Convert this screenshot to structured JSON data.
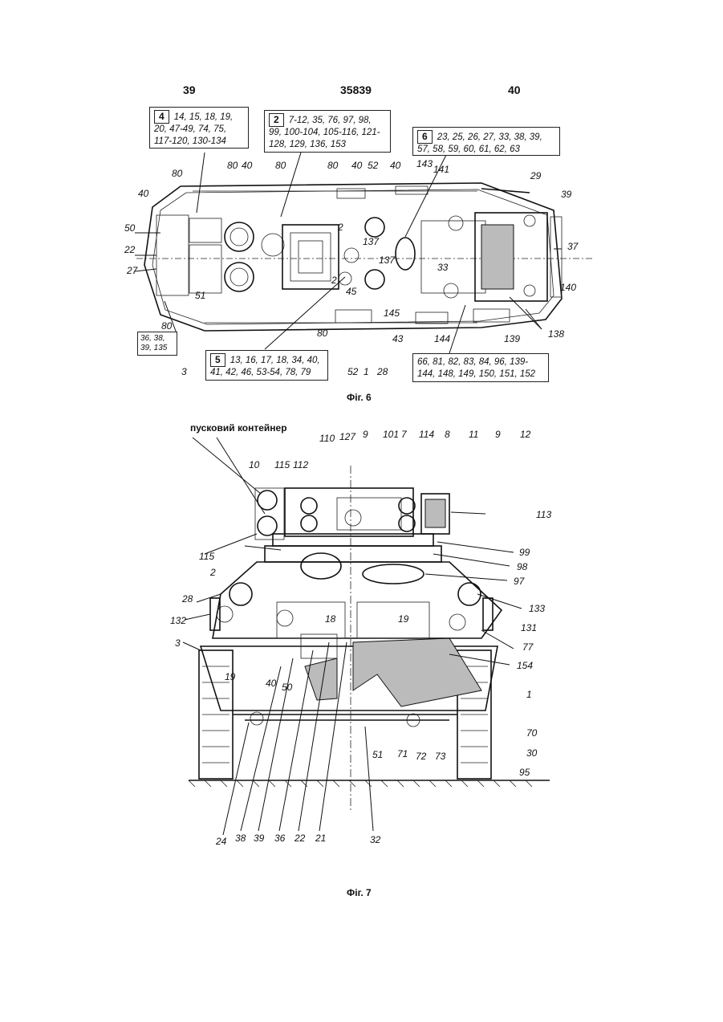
{
  "header": {
    "left": "39",
    "center": "35839",
    "right": "40"
  },
  "fig6": {
    "caption": "Фіг. 6",
    "boxes": [
      {
        "num": "4",
        "text": "14, 15, 18, 19, 20, 47-49, 74, 75, 117-120, 130-134"
      },
      {
        "num": "2",
        "text": "7-12, 35, 76, 97, 98, 99, 100-104, 105-116, 121-128, 129, 136, 153"
      },
      {
        "num": "6",
        "text": "23, 25, 26, 27, 33, 38, 39, 57, 58, 59, 60, 61, 62, 63"
      },
      {
        "num": "5",
        "text": "13, 16, 17, 18, 34, 40, 41, 42, 46, 53-54, 78, 79"
      },
      {
        "num": "",
        "text": "66, 81, 82, 83, 84, 96, 139-144, 148, 149, 150, 151, 152"
      },
      {
        "num": "",
        "text": "36, 38, 39, 135"
      }
    ],
    "labels": [
      "80",
      "40",
      "80",
      "40",
      "80",
      "80",
      "40",
      "52",
      "40",
      "143",
      "141",
      "29",
      "39",
      "50",
      "22",
      "27",
      "51",
      "2",
      "137",
      "137",
      "33",
      "37",
      "140",
      "138",
      "45",
      "145",
      "43",
      "144",
      "139",
      "80",
      "3",
      "52",
      "1",
      "28",
      "80",
      "2"
    ]
  },
  "fig7": {
    "caption": "Фіг. 7",
    "launcher_label": "пусковий контейнер",
    "top_labels": [
      "110",
      "127",
      "9",
      "101",
      "7",
      "114",
      "8",
      "11",
      "9",
      "12"
    ],
    "left_labels": [
      "10",
      "115",
      "112",
      "115",
      "2",
      "28",
      "132",
      "3",
      "19",
      "40",
      "50"
    ],
    "right_labels": [
      "113",
      "99",
      "98",
      "97",
      "133",
      "131",
      "77",
      "154",
      "1",
      "70",
      "30",
      "95"
    ],
    "center_labels": [
      "18",
      "19",
      "51",
      "71",
      "72",
      "73"
    ],
    "bottom_labels": [
      "24",
      "38",
      "39",
      "36",
      "22",
      "21",
      "32"
    ]
  }
}
